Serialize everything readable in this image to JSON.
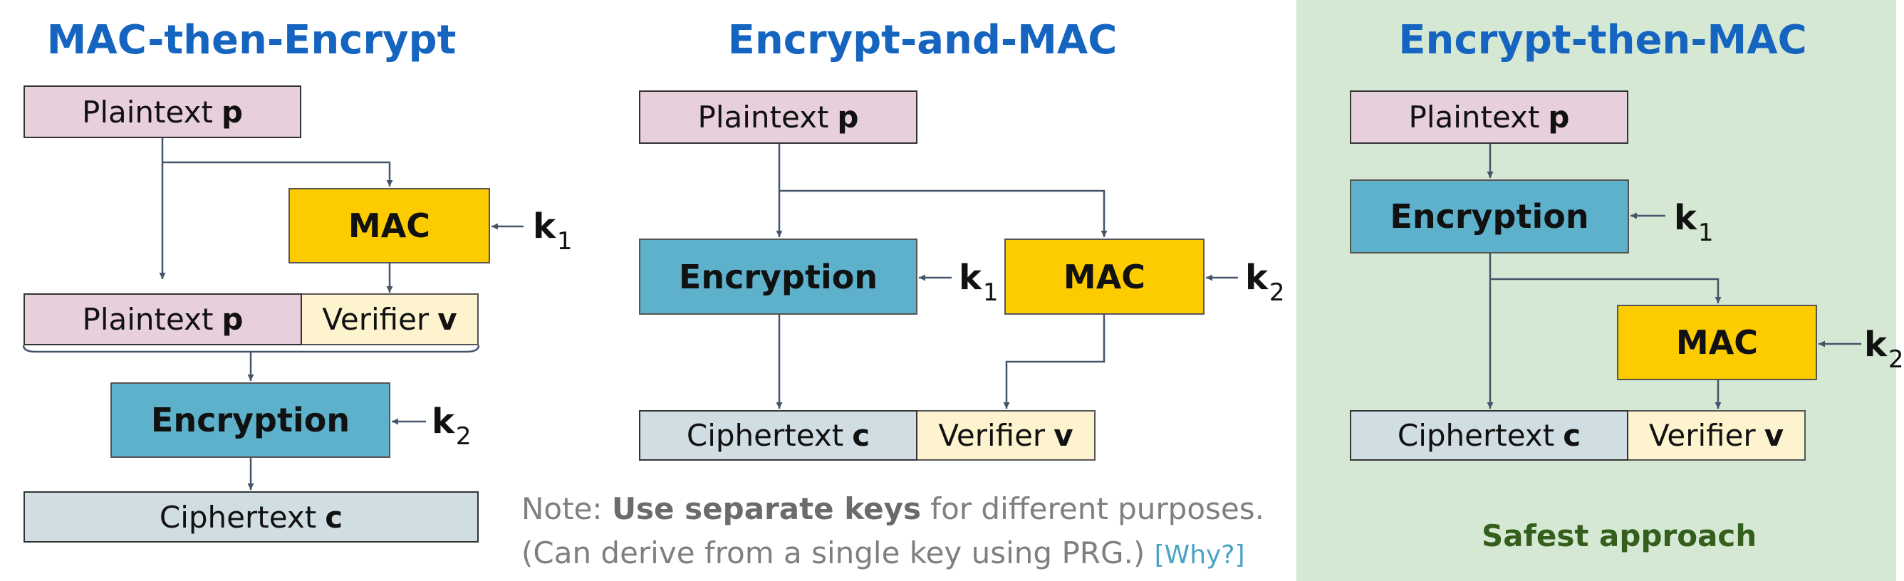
{
  "colors": {
    "title": "#1565c0",
    "plaintext_fill": "#e8cfdc",
    "ciphertext_fill": "#d0dee3",
    "verifier_fill": "#fdf3ce",
    "mac_fill": "#fdcc00",
    "encryption_fill": "#5db1cb",
    "highlight_panel": "#d5e8d4",
    "safest_text": "#335e1c",
    "note_text": "#7f7f7f",
    "link": "#4aa3c4"
  },
  "panels": {
    "mac_then_encrypt": {
      "title": "MAC-then-Encrypt",
      "plaintext_label": "Plaintext",
      "plaintext_var": "p",
      "mac_label": "MAC",
      "key_mac": "k",
      "key_mac_sub": "1",
      "concat_plaintext_label": "Plaintext",
      "concat_plaintext_var": "p",
      "verifier_label": "Verifier",
      "verifier_var": "v",
      "encryption_label": "Encryption",
      "key_enc": "k",
      "key_enc_sub": "2",
      "ciphertext_label": "Ciphertext",
      "ciphertext_var": "c"
    },
    "encrypt_and_mac": {
      "title": "Encrypt-and-MAC",
      "plaintext_label": "Plaintext",
      "plaintext_var": "p",
      "encryption_label": "Encryption",
      "key_enc": "k",
      "key_enc_sub": "1",
      "mac_label": "MAC",
      "key_mac": "k",
      "key_mac_sub": "2",
      "ciphertext_label": "Ciphertext",
      "ciphertext_var": "c",
      "verifier_label": "Verifier",
      "verifier_var": "v"
    },
    "encrypt_then_mac": {
      "title": "Encrypt-then-MAC",
      "plaintext_label": "Plaintext",
      "plaintext_var": "p",
      "encryption_label": "Encryption",
      "key_enc": "k",
      "key_enc_sub": "1",
      "mac_label": "MAC",
      "key_mac": "k",
      "key_mac_sub": "2",
      "ciphertext_label": "Ciphertext",
      "ciphertext_var": "c",
      "verifier_label": "Verifier",
      "verifier_var": "v",
      "verdict": "Safest approach"
    }
  },
  "note": {
    "prefix": "Note: ",
    "emphasis": "Use separate keys",
    "suffix": " for different purposes.",
    "line2": "(Can derive from a single key using PRG.)",
    "link": "[Why?]"
  }
}
